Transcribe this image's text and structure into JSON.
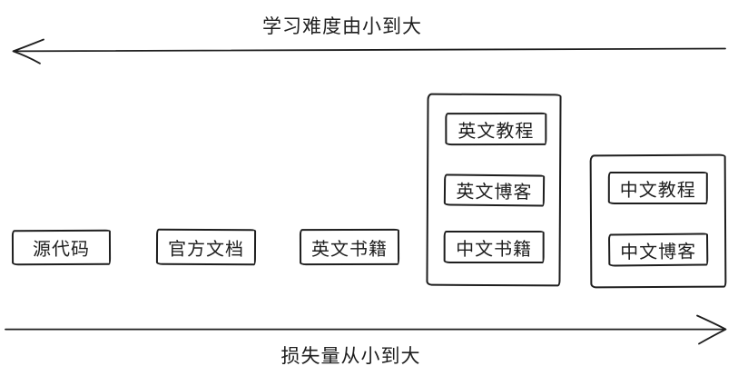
{
  "diagram": {
    "top_axis": {
      "label": "学习难度由小到大",
      "arrow_direction": "left"
    },
    "bottom_axis": {
      "label": "损失量从小到大",
      "arrow_direction": "right"
    },
    "items": [
      {
        "label": "源代码"
      },
      {
        "label": "官方文档"
      },
      {
        "label": "英文书籍"
      }
    ],
    "groups": [
      {
        "items": [
          {
            "label": "英文教程"
          },
          {
            "label": "英文博客"
          },
          {
            "label": "中文书籍"
          }
        ]
      },
      {
        "items": [
          {
            "label": "中文教程"
          },
          {
            "label": "中文博客"
          }
        ]
      }
    ],
    "colors": {
      "stroke": "#1e1e1e",
      "background": "#ffffff"
    }
  }
}
